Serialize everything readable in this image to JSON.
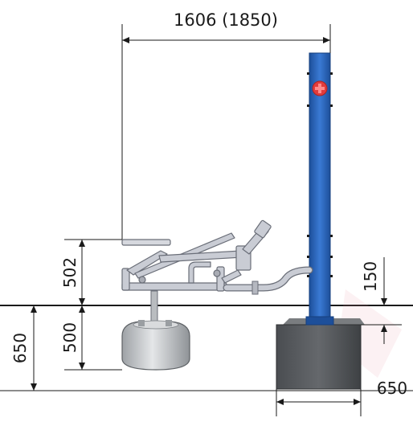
{
  "diagram": {
    "dimensions": {
      "total_width": "1606 (1850)",
      "seat_height": "502",
      "frame_height": "500",
      "ground_depth": "650",
      "foot_height": "150",
      "foot_width": "650"
    },
    "colors": {
      "post": "#2f6bc4",
      "post_dark": "#1d4f9a",
      "marker": "#e23b3b",
      "frame": "#c9ccd4",
      "frame_edge": "#6a6e78",
      "foundation": "#55585c",
      "foundation_dark": "#3e4144",
      "tank": "#c3c6c9",
      "line": "#1a1a1a"
    }
  }
}
